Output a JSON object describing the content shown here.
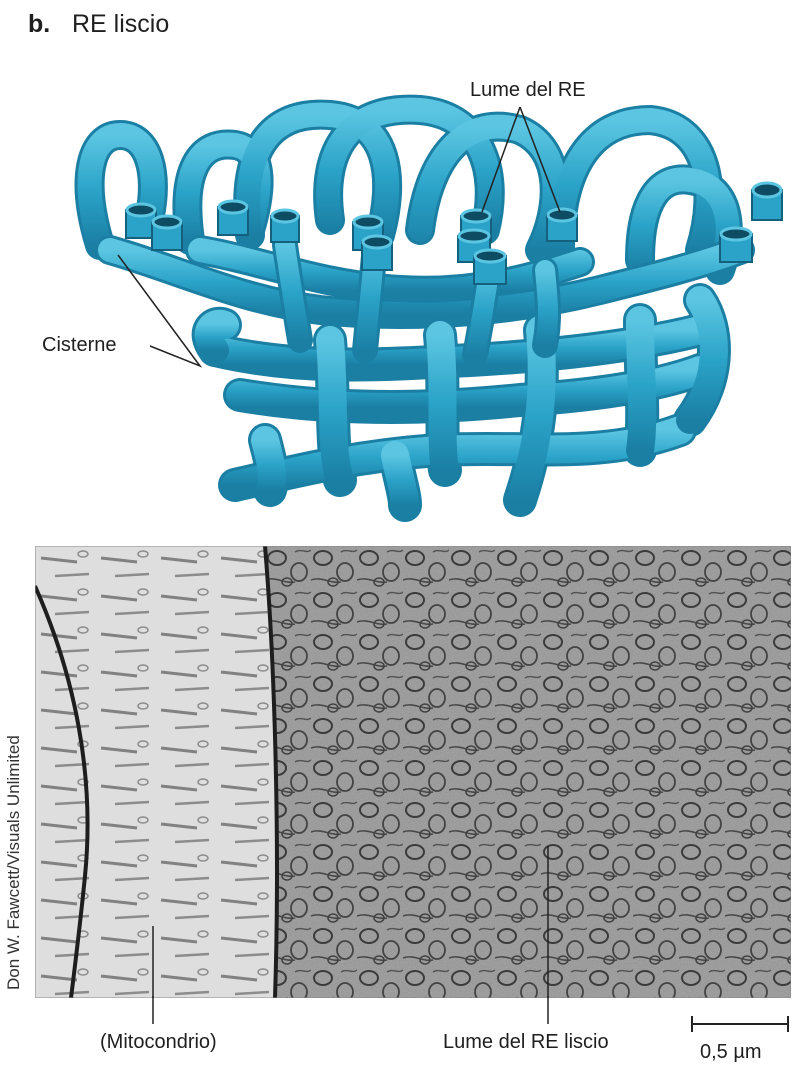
{
  "header": {
    "letter": "b.",
    "title": "RE liscio"
  },
  "labels": {
    "lumen_top": "Lume del RE",
    "cisterns": "Cisterne",
    "mitochondrion": "(Mitocondrio)",
    "lumen_bottom": "Lume del RE liscio"
  },
  "credit": "Don W. Fawcett/Visuals Unlimited",
  "scale_bar": {
    "label": "0,5 µm"
  },
  "colors": {
    "tube": "#2ba3c8",
    "tube_dark": "#1a7fa3",
    "tube_light": "#52c1df",
    "micrograph_bg": "#9a9a9a",
    "mitochondrion_bg": "#d8d8d8"
  }
}
